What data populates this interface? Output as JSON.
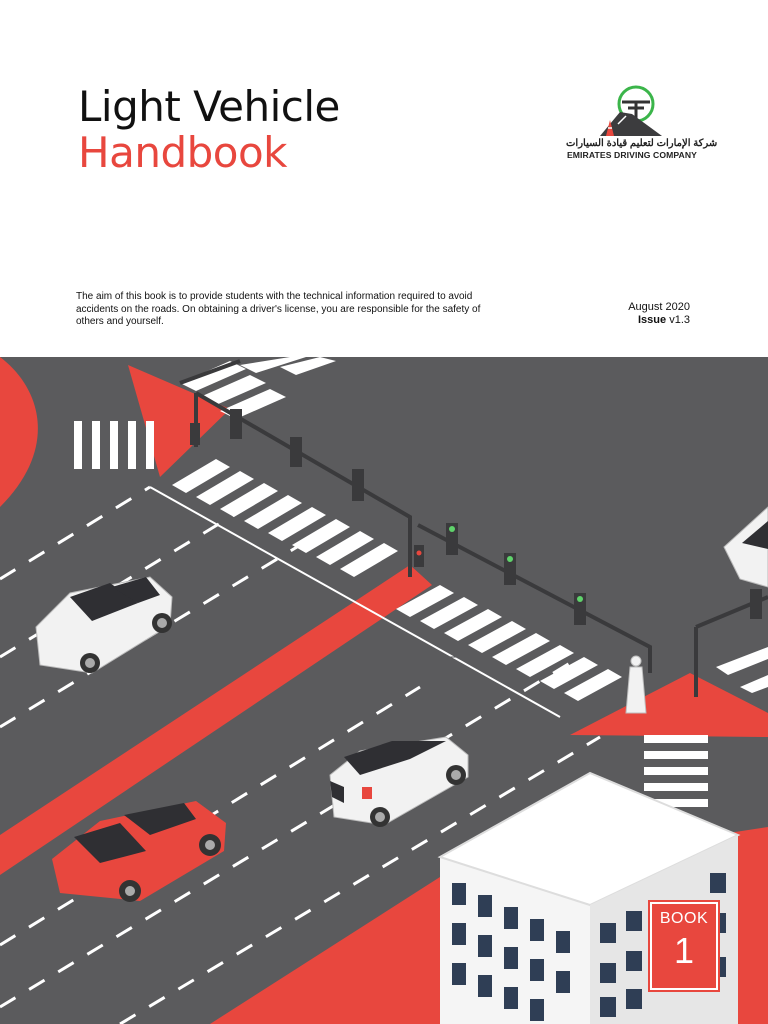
{
  "title": {
    "line1": "Light Vehicle",
    "line2": "Handbook"
  },
  "logo": {
    "arabic_name": "شركة الإمارات لتعليم قيادة السيارات",
    "english_name": "EMIRATES DRIVING COMPANY",
    "icon": "steering-wheel-road-icon"
  },
  "intro_text": "The aim of this book is to provide students with the technical information required to avoid accidents on the roads. On obtaining a driver's license, you are responsible for the safety of others and yourself.",
  "meta": {
    "date": "August 2020",
    "issue_label": "Issue",
    "issue_value": "v1.3"
  },
  "book_badge": {
    "label": "BOOK",
    "number": "1"
  },
  "colors": {
    "accent_red": "#e8473e",
    "road_gray": "#5b5b5d",
    "title_black": "#111111"
  }
}
